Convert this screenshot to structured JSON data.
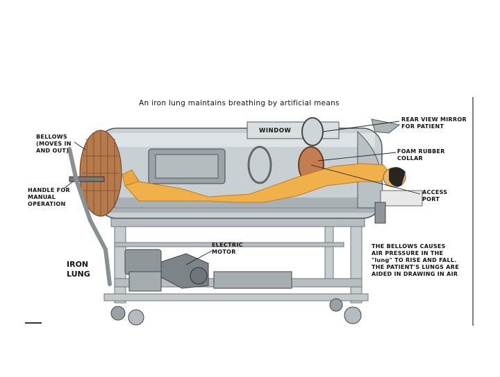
{
  "title": "An iron lung maintains breathing by artificial means",
  "labels": {
    "bellows": "BELLOWS\n(MOVES IN\nAND OUT)",
    "handle": "HANDLE FOR\nMANUAL\nOPERATION",
    "iron_lung": "IRON\nLUNG",
    "window": "WINDOW",
    "rear_mirror": "REAR VIEW MIRROR\nFOR PATIENT",
    "foam_collar": "FOAM RUBBER\nCOLLAR",
    "access_port": "ACCESS\nPORT",
    "electric_motor": "ELECTRIC\nMOTOR",
    "bellows_note": "THE BELLOWS CAUSES\nAIR PRESSURE IN THE\n\"lung\" TO RISE AND FALL.\nTHE PATIENT'S LUNGS ARE\nAIDED IN DRAWING IN AIR"
  },
  "colors": {
    "background": "#ffffff",
    "tank": "#c9d0d4",
    "tank_dark": "#8f989e",
    "bellows": "#c98a5a",
    "patient": "#f0b04a",
    "frame": "#b7bdc0",
    "ink": "#1a1a1a"
  }
}
